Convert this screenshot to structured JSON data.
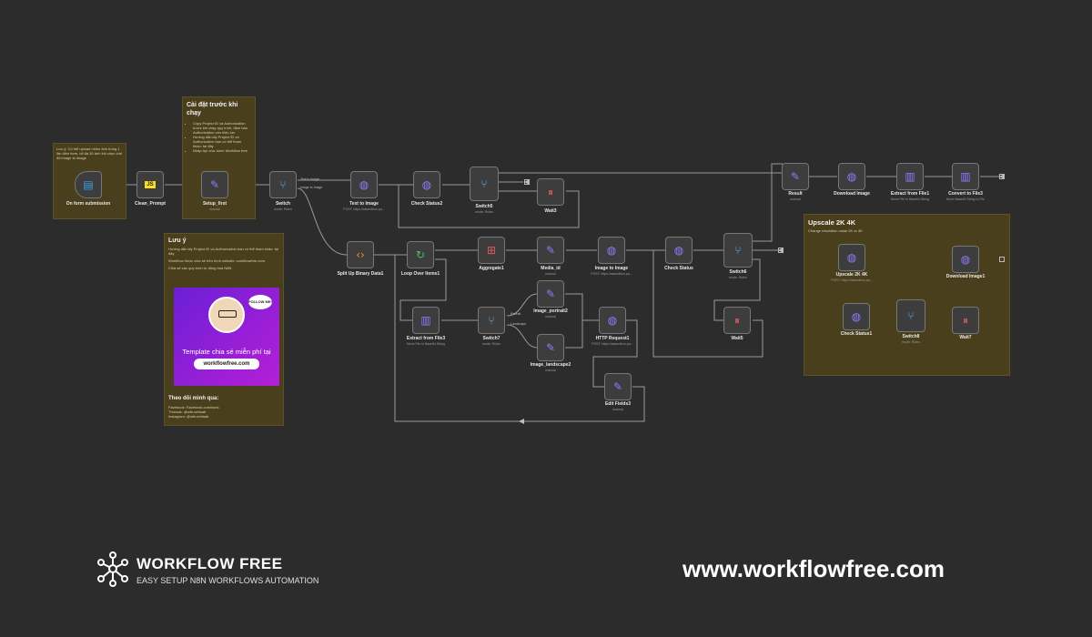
{
  "notes": {
    "intro": "Lưu ý: Có thể upload nhiều ảnh trong 1 lần điền form, tối đa 30 ảnh khi chọn chế độ image to image",
    "setup_title": "Cài đặt trước khi chạy",
    "setup_bullets": [
      "Copy Project ID và Authorization trước khi chạy quy trình, đảm bảo Authorization còn hiệu lực",
      "Hướng dẫn lấy Project ID và Authorization bạn có thể tham khảo: tại đây",
      "Nhập Api của: kiem Workflow free"
    ],
    "warning_title": "Lưu ý",
    "warning_lines": [
      "Hướng dẫn lấy Project ID và Authorization bạn có thể tham khảo: tại đây",
      "Workflow được chia sẻ trên trình website: workflowfree.com",
      "Chia sẻ các quy trình tự động hóa N8N"
    ],
    "promo_badge": "FOLLOW ME!",
    "promo_text": "Template chia sẻ miễn phí tại",
    "promo_url": "workflowfree.com",
    "follow_title": "Theo dõi mình qua:",
    "follow_lines": [
      "Facebook: Facebook.com/work",
      "Threads: @wfs.netlaab",
      "Instagram: @wfs.netlaab"
    ],
    "upscale_title": "Upscale 2K 4K",
    "upscale_sub": "Change resolution value 2K or 4K"
  },
  "nodes": [
    {
      "id": "on-form-submission",
      "label": "On form submission",
      "sub": "",
      "icon": "form-icon",
      "glyph": "▤",
      "color": "#39a0ed"
    },
    {
      "id": "clean-prompt",
      "label": "Clean_Prompt",
      "sub": "",
      "icon": "js-code-icon",
      "glyph": "JS",
      "color": "#f7df1e"
    },
    {
      "id": "setup-first",
      "label": "Setup_first",
      "sub": "manual",
      "icon": "pencil-icon",
      "glyph": "✎",
      "color": "#8e7cff"
    },
    {
      "id": "switch",
      "label": "Switch",
      "sub": "mode: Rules",
      "icon": "switch-icon",
      "glyph": "⑂",
      "color": "#5fb3f5"
    },
    {
      "id": "text-to-image",
      "label": "Text to Image",
      "sub": "POST: https://aisandbox-pa...",
      "icon": "globe-icon",
      "glyph": "◍",
      "color": "#8e7cff"
    },
    {
      "id": "check-status2",
      "label": "Check Status2",
      "sub": "",
      "icon": "globe-icon",
      "glyph": "◍",
      "color": "#8e7cff"
    },
    {
      "id": "switch5",
      "label": "Switch5",
      "sub": "mode: Rules",
      "icon": "switch-icon",
      "glyph": "⑂",
      "color": "#5fb3f5"
    },
    {
      "id": "wait3",
      "label": "Wait3",
      "sub": "",
      "icon": "pause-icon",
      "glyph": "⏸",
      "color": "#e05a5a"
    },
    {
      "id": "result",
      "label": "Result",
      "sub": "manual",
      "icon": "pencil-icon",
      "glyph": "✎",
      "color": "#8e7cff"
    },
    {
      "id": "download-image",
      "label": "Download Image",
      "sub": "",
      "icon": "globe-icon",
      "glyph": "◍",
      "color": "#8e7cff"
    },
    {
      "id": "extract-from-file1",
      "label": "Extract from File1",
      "sub": "Move File to Base64 String",
      "icon": "file-icon",
      "glyph": "▥",
      "color": "#8e7cff"
    },
    {
      "id": "convert-to-file3",
      "label": "Convert to File3",
      "sub": "Move Base64 String to File",
      "icon": "file-icon",
      "glyph": "▥",
      "color": "#8e7cff"
    },
    {
      "id": "split-binary",
      "label": "Split Up Binary Data1",
      "sub": "",
      "icon": "code-icon",
      "glyph": "‹›",
      "color": "#f28b30"
    },
    {
      "id": "loop-over-items1",
      "label": "Loop Over Items1",
      "sub": "",
      "icon": "loop-icon",
      "glyph": "↻",
      "color": "#3fc46a"
    },
    {
      "id": "aggregate1",
      "label": "Aggregate1",
      "sub": "",
      "icon": "aggregate-icon",
      "glyph": "⊞",
      "color": "#e05a5a"
    },
    {
      "id": "media-id",
      "label": "Media_id",
      "sub": "manual",
      "icon": "pencil-icon",
      "glyph": "✎",
      "color": "#8e7cff"
    },
    {
      "id": "image-to-image",
      "label": "Image to Image",
      "sub": "POST: https://aisandbox-pa...",
      "icon": "globe-icon",
      "glyph": "◍",
      "color": "#8e7cff"
    },
    {
      "id": "check-status",
      "label": "Check Status",
      "sub": "",
      "icon": "globe-icon",
      "glyph": "◍",
      "color": "#8e7cff"
    },
    {
      "id": "switch6",
      "label": "Switch6",
      "sub": "mode: Rules",
      "icon": "switch-icon",
      "glyph": "⑂",
      "color": "#5fb3f5"
    },
    {
      "id": "wait5",
      "label": "Wait5",
      "sub": "",
      "icon": "pause-icon",
      "glyph": "⏸",
      "color": "#e05a5a"
    },
    {
      "id": "extract-from-file3",
      "label": "Extract from File3",
      "sub": "Move File to Base64 String",
      "icon": "file-icon",
      "glyph": "▥",
      "color": "#8e7cff"
    },
    {
      "id": "switch7",
      "label": "Switch7",
      "sub": "mode: Rules",
      "icon": "switch-icon",
      "glyph": "⑂",
      "color": "#5fb3f5"
    },
    {
      "id": "image-portrait2",
      "label": "Image_portrait2",
      "sub": "manual",
      "icon": "pencil-icon",
      "glyph": "✎",
      "color": "#8e7cff"
    },
    {
      "id": "image-landscape2",
      "label": "Image_landscape2",
      "sub": "manual",
      "icon": "pencil-icon",
      "glyph": "✎",
      "color": "#8e7cff"
    },
    {
      "id": "http-request1",
      "label": "HTTP Request1",
      "sub": "POST: https://aisandbox-pa...",
      "icon": "globe-icon",
      "glyph": "◍",
      "color": "#8e7cff"
    },
    {
      "id": "edit-fields3",
      "label": "Edit Fields3",
      "sub": "manual",
      "icon": "pencil-icon",
      "glyph": "✎",
      "color": "#8e7cff"
    },
    {
      "id": "upscale-2k-4k",
      "label": "Upscale 2K 4K",
      "sub": "POST: https://aisandbox-pa...",
      "icon": "globe-icon",
      "glyph": "◍",
      "color": "#8e7cff"
    },
    {
      "id": "download-image1",
      "label": "Download Image1",
      "sub": "",
      "icon": "globe-icon",
      "glyph": "◍",
      "color": "#8e7cff"
    },
    {
      "id": "check-status1",
      "label": "Check Status1",
      "sub": "",
      "icon": "globe-icon",
      "glyph": "◍",
      "color": "#8e7cff"
    },
    {
      "id": "switch8",
      "label": "Switch8",
      "sub": "mode: Rules",
      "icon": "switch-icon",
      "glyph": "⑂",
      "color": "#5fb3f5"
    },
    {
      "id": "wait7",
      "label": "Wait7",
      "sub": "",
      "icon": "pause-icon",
      "glyph": "⏸",
      "color": "#e05a5a"
    }
  ],
  "output_labels": {
    "switch": [
      "Text to Image",
      "Image to Image"
    ],
    "switch7": [
      "Portrait",
      "Landscape"
    ]
  },
  "branding": {
    "title": "WORKFLOW FREE",
    "subtitle": "EASY SETUP N8N WORKFLOWS AUTOMATION",
    "website": "www.workflowfree.com",
    "logo_icon": "network-logo-icon"
  }
}
